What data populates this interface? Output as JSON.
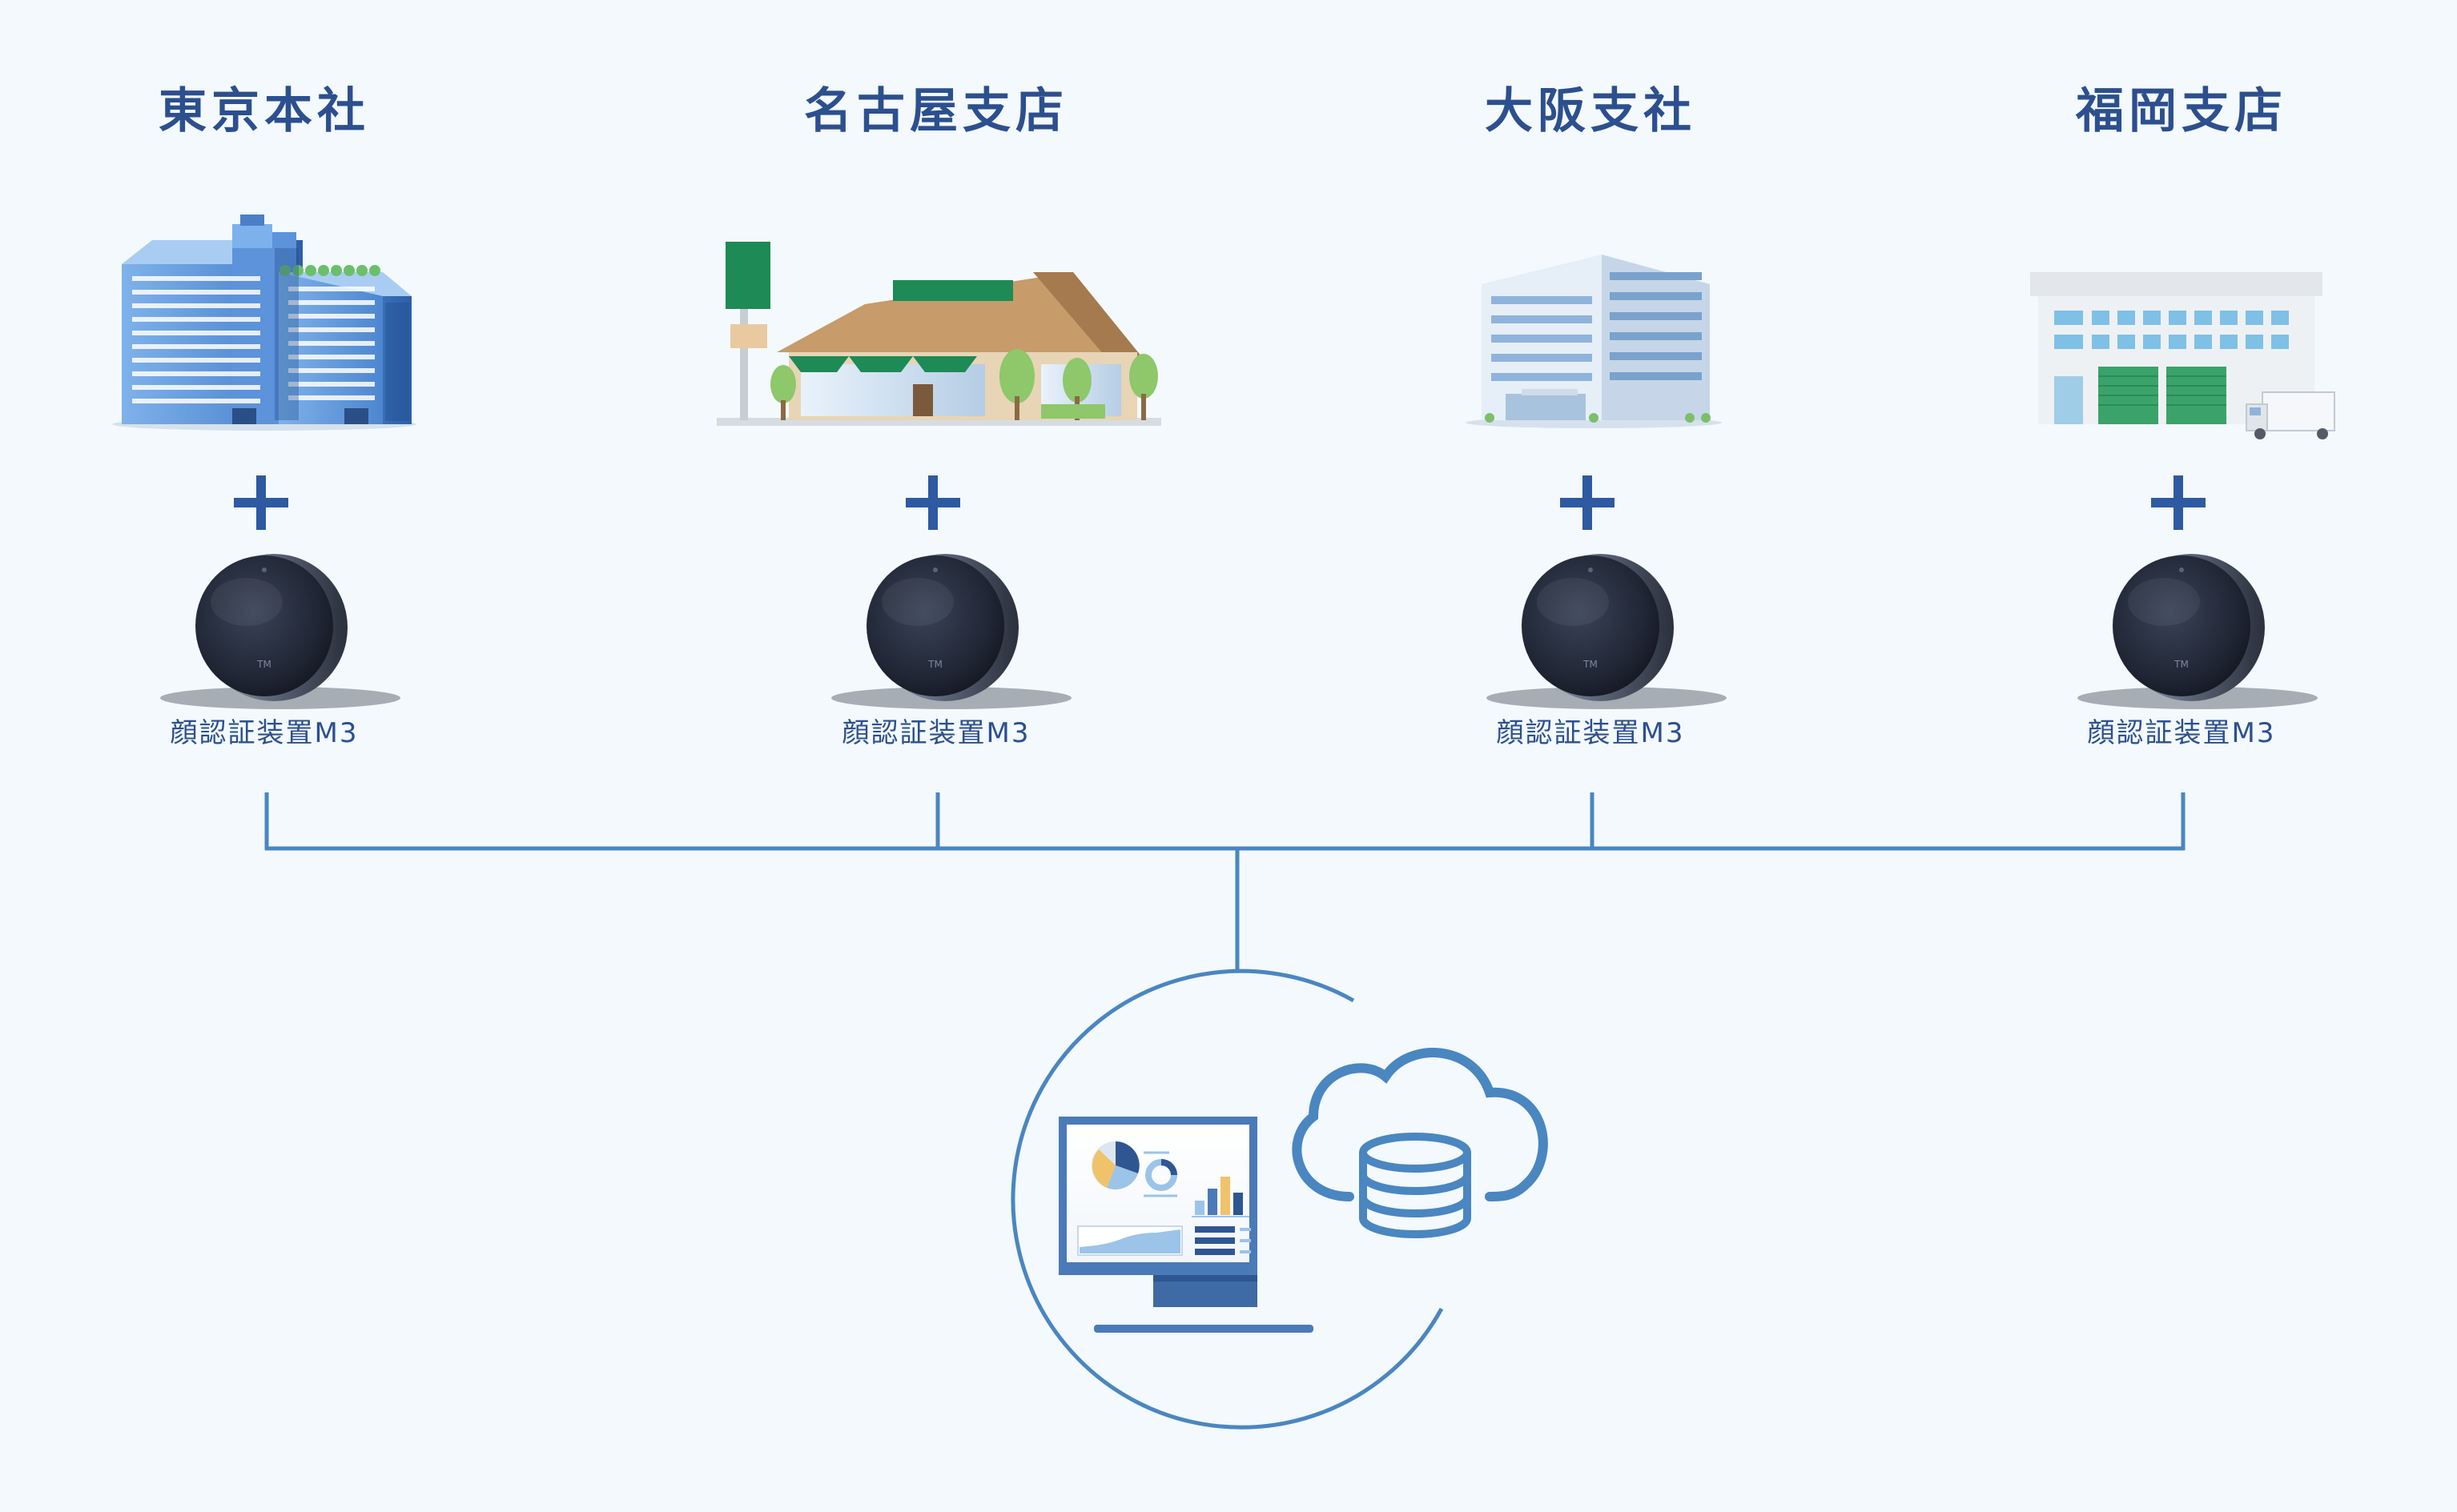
{
  "offices": [
    {
      "name": "東京本社",
      "device_label": "顔認証装置M3"
    },
    {
      "name": "名古屋支店",
      "device_label": "顔認証装置M3"
    },
    {
      "name": "大阪支社",
      "device_label": "顔認証装置M3"
    },
    {
      "name": "福岡支店",
      "device_label": "顔認証装置M3"
    }
  ],
  "device_brand_mark": "TM",
  "icons": {
    "headquarters": "high-rise-office-icon",
    "store": "retail-store-icon",
    "branch": "office-building-icon",
    "warehouse": "warehouse-truck-icon",
    "device": "face-recognition-device-icon",
    "plus": "plus-icon",
    "dashboard": "monitor-dashboard-icon",
    "cloud": "cloud-database-icon"
  },
  "colors": {
    "background": "#f3f9fd",
    "text": "#2c4f8e",
    "line": "#4a86c0",
    "plus": "#2d5aa0",
    "device": "#1f2533"
  }
}
